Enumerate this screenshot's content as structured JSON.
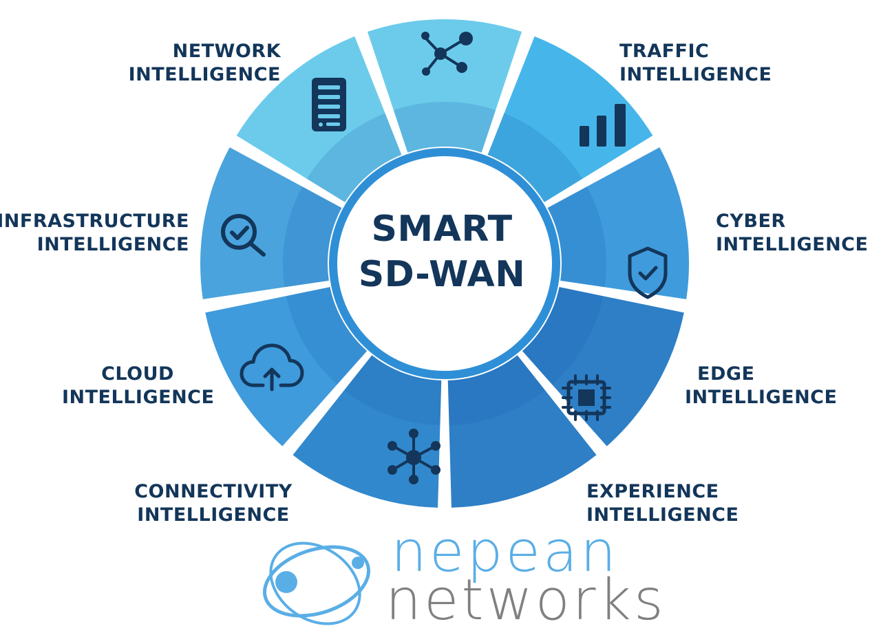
{
  "hub": {
    "line1": "SMART",
    "line2": "SD-WAN"
  },
  "segments": [
    {
      "id": "top",
      "line1": "",
      "line2": "",
      "icon": "network-nodes-icon",
      "color": "#6ccbeb"
    },
    {
      "id": "traffic",
      "line1": "TRAFFIC",
      "line2": "INTELLIGENCE",
      "icon": "bar-chart-icon",
      "color": "#46b6ea"
    },
    {
      "id": "cyber",
      "line1": "CYBER",
      "line2": "INTELLIGENCE",
      "icon": "shield-check-icon",
      "color": "#3f9bdc"
    },
    {
      "id": "edge",
      "line1": "EDGE",
      "line2": "INTELLIGENCE",
      "icon": "chip-icon",
      "color": "#2e7fc6"
    },
    {
      "id": "experience",
      "line1": "EXPERIENCE",
      "line2": "INTELLIGENCE",
      "icon": "",
      "color": "#2e7fc6"
    },
    {
      "id": "connectivity",
      "line1": "CONNECTIVITY",
      "line2": "INTELLIGENCE",
      "icon": "hub-nodes-icon",
      "color": "#3288cc"
    },
    {
      "id": "cloud",
      "line1": "CLOUD",
      "line2": "INTELLIGENCE",
      "icon": "cloud-upload-icon",
      "color": "#3f9bdc"
    },
    {
      "id": "infrastructure",
      "line1": "INFRASTRUCTURE",
      "line2": "INTELLIGENCE",
      "icon": "search-check-icon",
      "color": "#4aa3dd"
    },
    {
      "id": "network",
      "line1": "NETWORK",
      "line2": "INTELLIGENCE",
      "icon": "server-icon",
      "color": "#6ccbeb"
    }
  ],
  "brand": {
    "top": "nepean",
    "bottom": "networks",
    "colors": {
      "top": "#5aaee6",
      "bottom": "#808080"
    }
  },
  "colors": {
    "text": "#13365a",
    "hub_ring": "#2f8fd6"
  }
}
